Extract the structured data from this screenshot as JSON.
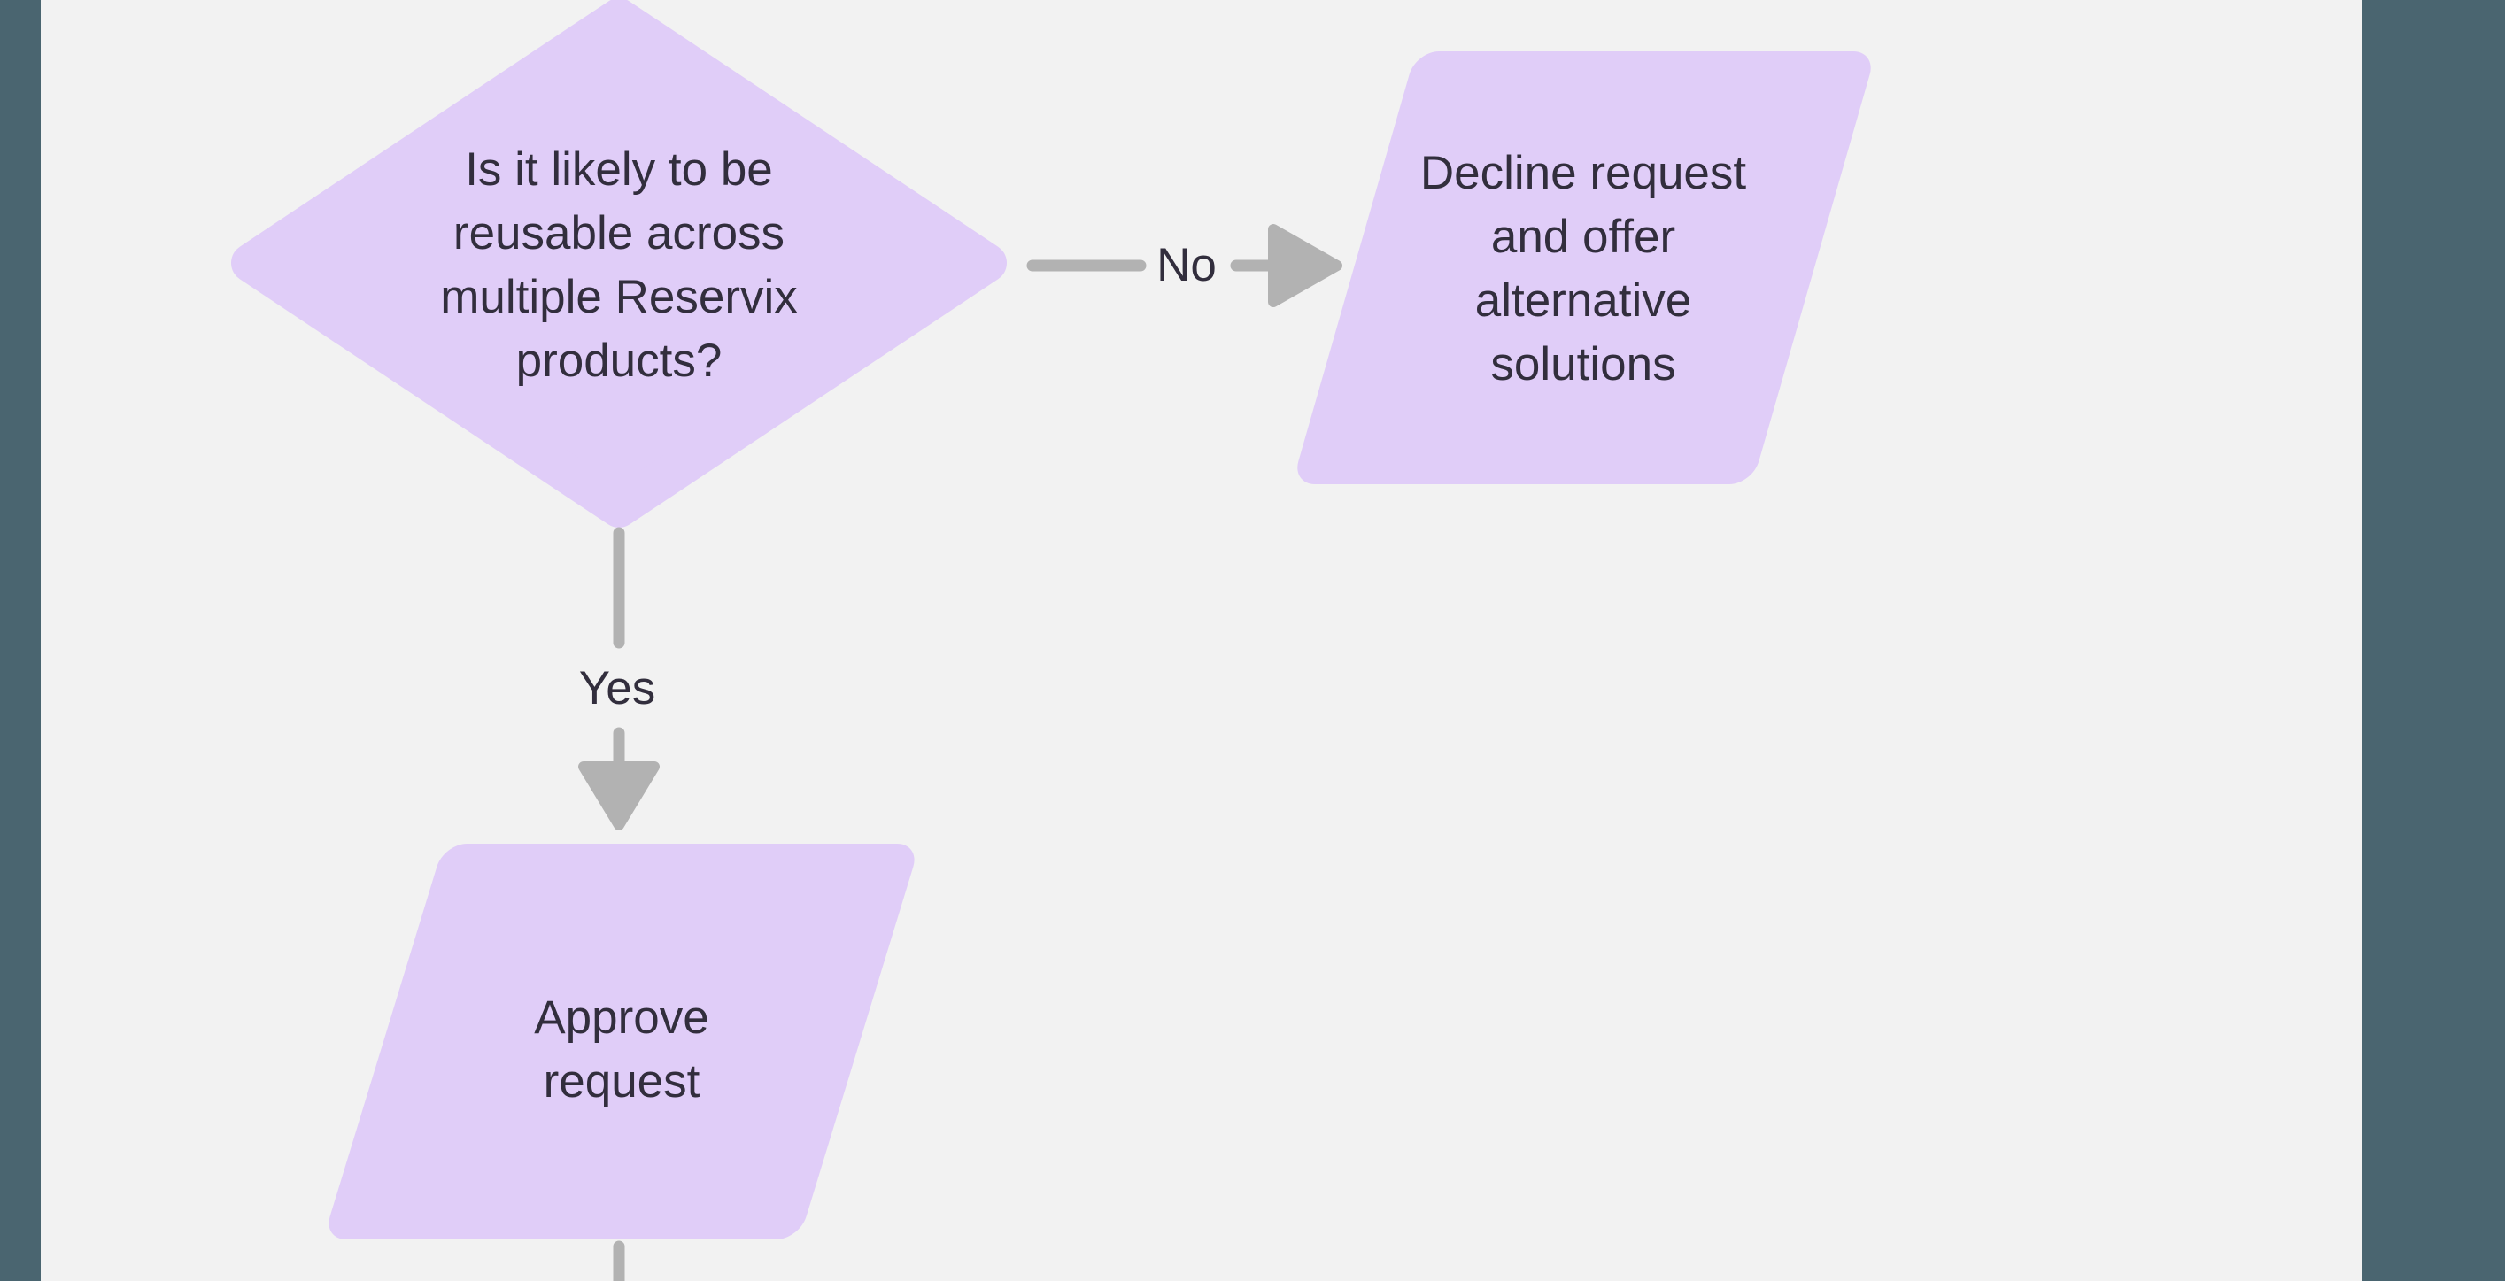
{
  "colors": {
    "background": "#f2f2f2",
    "side_rail": "#4a6570",
    "node_fill": "#e0cdf8",
    "node_text": "#322e3d",
    "connector": "#b2b2b2"
  },
  "flowchart": {
    "decision": {
      "label": "Is it likely to be\nreusable across\nmultiple Reservix\nproducts?"
    },
    "edges": {
      "no": {
        "label": "No"
      },
      "yes": {
        "label": "Yes"
      }
    },
    "nodes": {
      "decline": {
        "label": "Decline request\nand offer\nalternative\nsolutions"
      },
      "approve": {
        "label": "Approve\nrequest"
      }
    }
  }
}
